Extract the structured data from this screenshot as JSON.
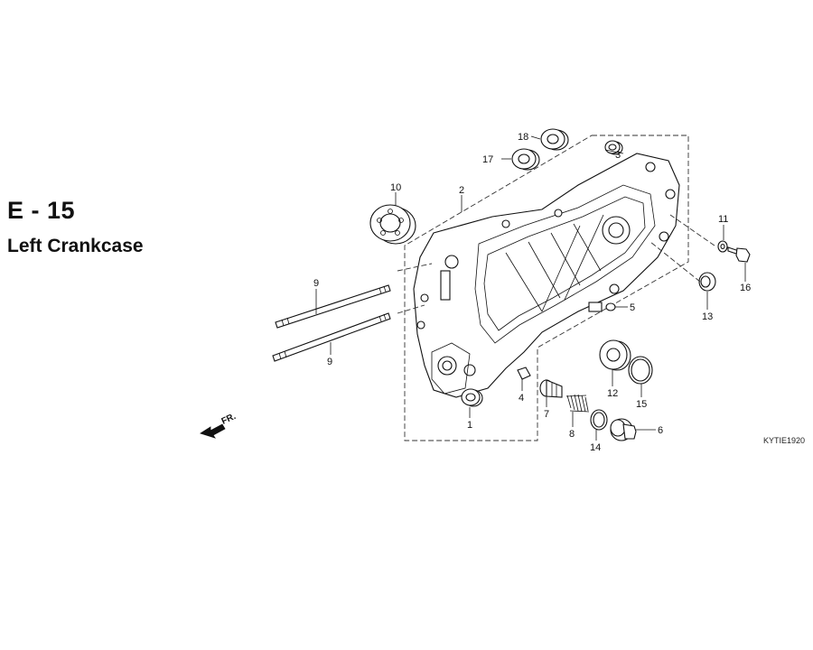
{
  "page": {
    "section_code": "E - 15",
    "section_title": "Left Crankcase",
    "diagram_code": "KYTIE1920",
    "front_marker": "FR."
  },
  "callouts": [
    {
      "id": "1",
      "part": "dowel-pin-sleeve"
    },
    {
      "id": "2",
      "part": "left-crankcase"
    },
    {
      "id": "3",
      "part": "collar"
    },
    {
      "id": "4",
      "part": "dowel-pin"
    },
    {
      "id": "5",
      "part": "small-nut"
    },
    {
      "id": "6",
      "part": "drain-plug"
    },
    {
      "id": "7",
      "part": "oil-strainer-screen"
    },
    {
      "id": "8",
      "part": "spring"
    },
    {
      "id": "9",
      "part": "stud-bolt"
    },
    {
      "id": "9",
      "part": "stud-bolt"
    },
    {
      "id": "10",
      "part": "washer"
    },
    {
      "id": "11",
      "part": "radial-ball-bearing"
    },
    {
      "id": "12",
      "part": "oil-seal"
    },
    {
      "id": "13",
      "part": "ball-bearing"
    },
    {
      "id": "14",
      "part": "o-ring"
    },
    {
      "id": "15",
      "part": "snap-ring"
    },
    {
      "id": "16",
      "part": "bolt"
    },
    {
      "id": "17",
      "part": "needle-bearing"
    },
    {
      "id": "18",
      "part": "needle-bearing"
    }
  ],
  "icons": {
    "front_arrow": "front-arrow-icon"
  }
}
